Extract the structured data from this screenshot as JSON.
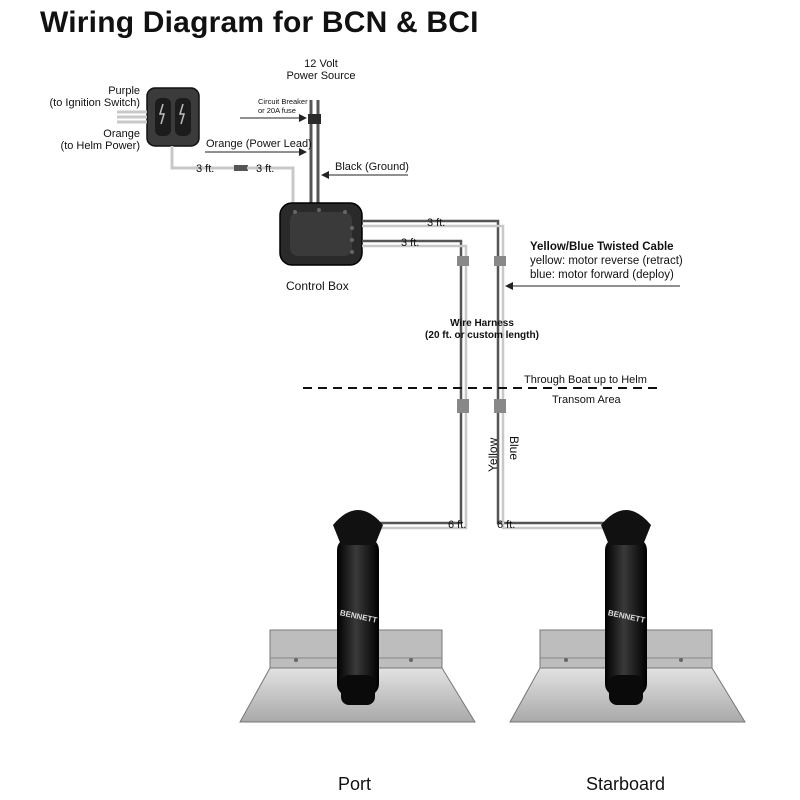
{
  "title": "Wiring Diagram for BCN & BCI",
  "labels": {
    "power_source_1": "12 Volt",
    "power_source_2": "Power Source",
    "purple_1": "Purple",
    "purple_2": "(to Ignition Switch)",
    "orange_1": "Orange",
    "orange_2": "(to Helm Power)",
    "breaker_1": "Circuit Breaker",
    "breaker_2": "or 20A fuse",
    "orange_power": "Orange (Power Lead)",
    "black_ground": "Black (Ground)",
    "three_ft_left": "3 ft.",
    "three_ft_right": "3 ft.",
    "three_ft_top": "3 ft.",
    "three_ft_bottom": "3 ft.",
    "control_box": "Control Box",
    "twisted_cable_title": "Yellow/Blue Twisted Cable",
    "twisted_yellow": "yellow: motor reverse (retract)",
    "twisted_blue": "blue: motor forward (deploy)",
    "harness_1": "Wire Harness",
    "harness_2": "(20 ft. or custom length)",
    "through_boat": "Through Boat up to Helm",
    "transom": "Transom Area",
    "yellow": "Yellow",
    "blue": "Blue",
    "six_ft_left": "6 ft.",
    "six_ft_right": "6 ft.",
    "brand": "BENNETT",
    "port": "Port",
    "starboard": "Starboard"
  },
  "colors": {
    "wire_dark": "#555555",
    "wire_light": "#c8c8c8",
    "box_dark": "#2a2a2a",
    "plate": "#cfcfcf",
    "actuator": "#111111"
  }
}
